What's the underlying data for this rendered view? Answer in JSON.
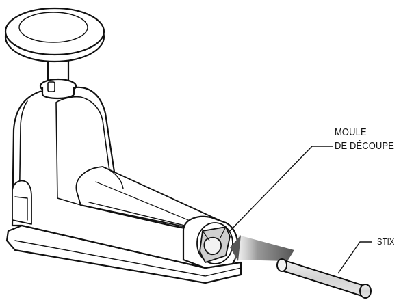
{
  "labels": {
    "mold_line1": "MOULE",
    "mold_line2": "DE DÉCOUPE",
    "stick": "STIX"
  },
  "colors": {
    "outline": "#111111",
    "body_fill": "#ffffff",
    "stick_fill": "#d9d9d9",
    "arrow_fill": "#8c8c8c",
    "shadow_fill": "#bdbdbd"
  }
}
